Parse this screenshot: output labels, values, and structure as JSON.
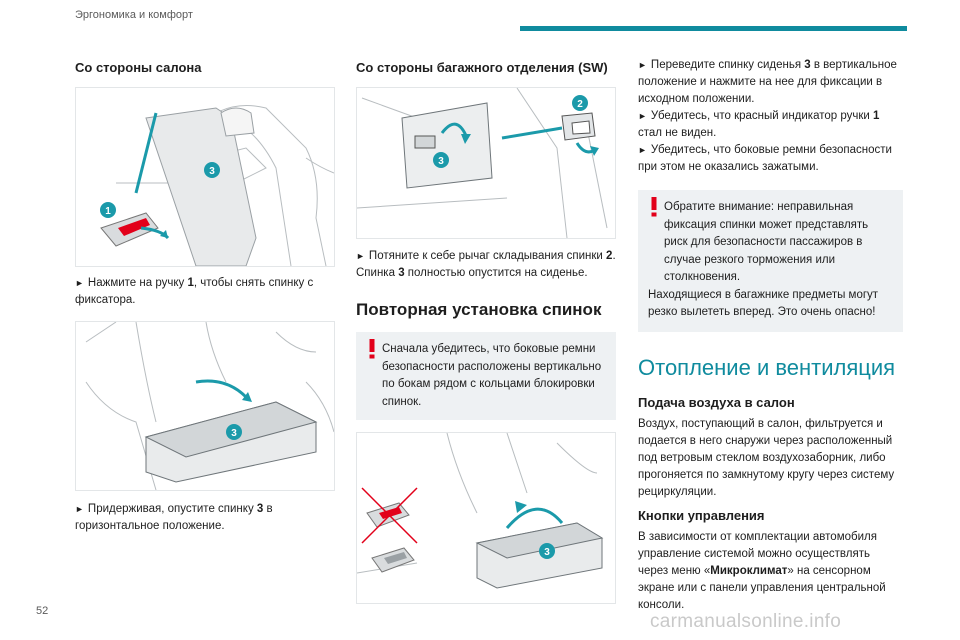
{
  "header": {
    "section": "Эргономика и комфорт"
  },
  "col1": {
    "heading": "Со стороны салона",
    "step1": {
      "arrow": "►",
      "pre": "Нажмите на ручку ",
      "bold": "1",
      "post": ", чтобы снять спинку с фиксатора."
    },
    "step2": {
      "arrow": "►",
      "pre": "Придерживая, опустите спинку ",
      "bold": "3",
      "post": " в горизонтальное положение."
    },
    "fig1_callouts": [
      "3",
      "1"
    ],
    "fig2_callouts": [
      "3"
    ]
  },
  "col2": {
    "heading": "Со стороны багажного отделения (SW)",
    "step1": {
      "arrow": "►",
      "pre": "Потяните к себе рычаг складывания спинки ",
      "bold": "2",
      "mid": ". Спинка ",
      "bold2": "3",
      "post": " полностью опустится на сиденье."
    },
    "title": "Повторная установка спинок",
    "warning": "Сначала убедитесь, что боковые ремни безопасности расположены вертикально по бокам рядом с кольцами блокировки спинок.",
    "fig3_callouts": [
      "2",
      "3"
    ],
    "fig4_callouts": [
      "3"
    ]
  },
  "col3": {
    "step1": {
      "arrow": "►",
      "pre": "Переведите спинку сиденья ",
      "bold": "3",
      "post": " в вертикальное положение и нажмите на нее для фиксации в исходном положении."
    },
    "step2": {
      "arrow": "►",
      "pre": "Убедитесь, что красный индикатор ручки ",
      "bold": "1",
      "post": " стал не виден."
    },
    "step3": {
      "arrow": "►",
      "text": "Убедитесь, что боковые ремни безопасности при этом не оказались зажатыми."
    },
    "warning_p1": "Обратите внимание: неправильная фиксация спинки может представлять риск для безопасности пассажиров в случае резкого торможения или столкновения.",
    "warning_p2": "Находящиеся в багажнике предметы могут резко вылететь вперед. Это очень опасно!",
    "section_title": "Отопление и вентиляция",
    "air_heading": "Подача воздуха в салон",
    "air_text": "Воздух, поступающий в салон, фильтруется и подается в него снаружи через расположенный под ветровым стеклом воздухозаборник, либо прогоняется по замкнутому кругу через систему рециркуляции.",
    "controls_heading": "Кнопки управления",
    "controls_pre": "В зависимости от комплектации автомобиля управление системой можно осуществлять через меню «",
    "controls_bold": "Микроклимат",
    "controls_post": "» на сенсорном экране или с панели управления центральной консоли."
  },
  "footer": {
    "page": "52",
    "watermark": "carmanualsonline.info"
  },
  "colors": {
    "accent": "#0f8b9e",
    "callout": "#1b9aaa",
    "warning": "#e2001a",
    "note_bg": "#eef1f3"
  }
}
